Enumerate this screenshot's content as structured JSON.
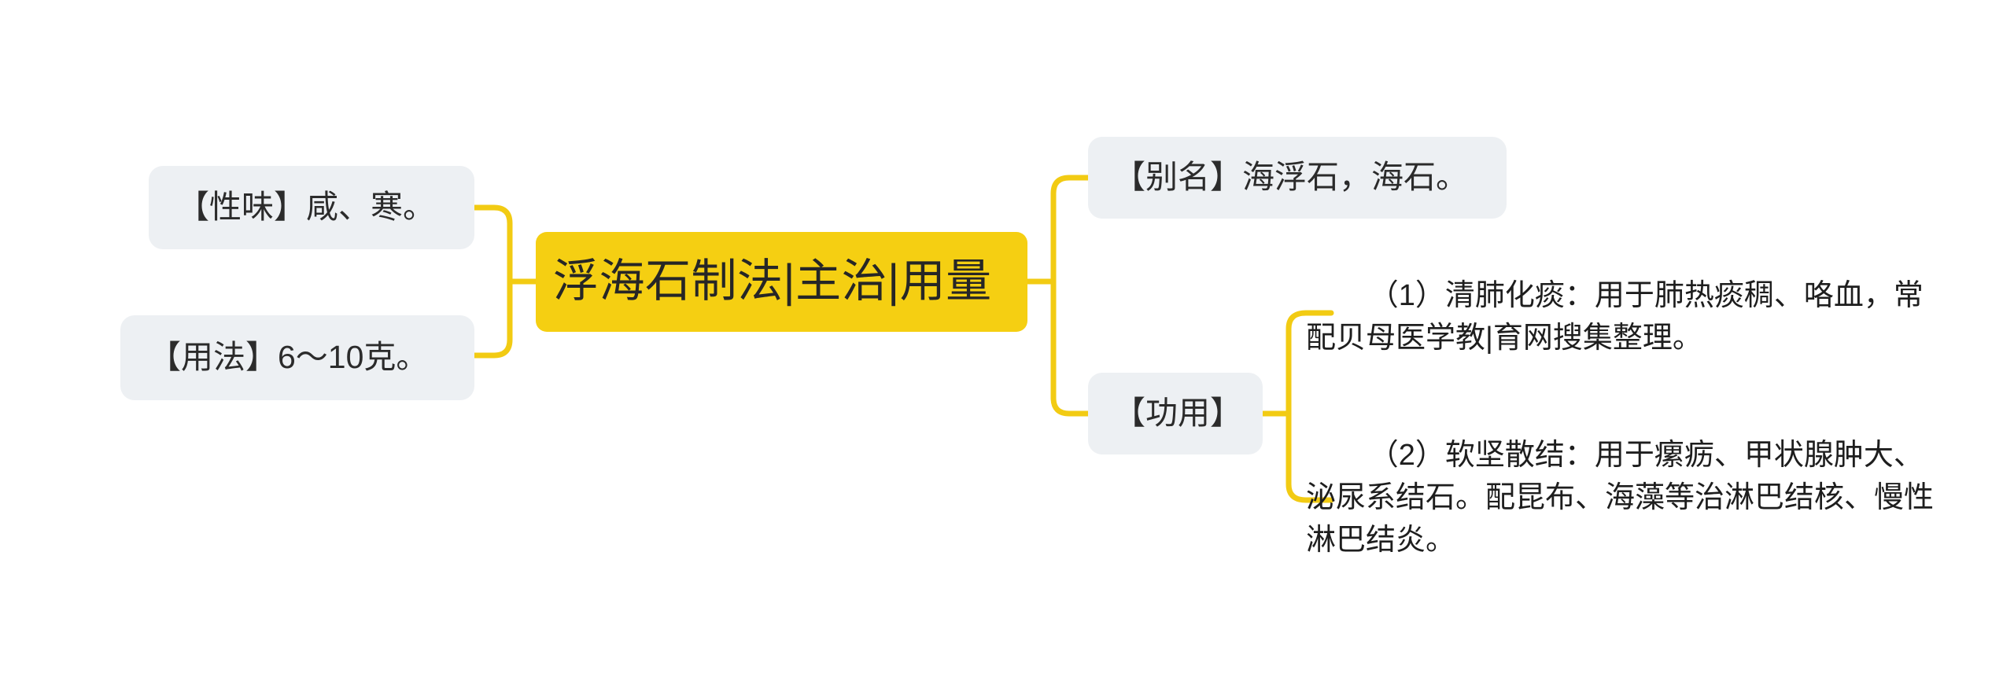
{
  "diagram": {
    "type": "mind-map",
    "orientation": "horizontal-bidirectional",
    "background_color": "#ffffff",
    "link_color": "#F2CB13",
    "root_fill": "#F5CF12",
    "branch_fill": "#EDF0F3",
    "text_color": "#262626"
  },
  "root": {
    "label": "浮海石制法|主治|用量"
  },
  "left_branches": [
    {
      "label": "【性味】咸、寒。"
    },
    {
      "label": "【用法】6～10克。"
    }
  ],
  "right_branches": [
    {
      "label": "【别名】海浮石，海石。"
    },
    {
      "label": "【功用】"
    }
  ],
  "gongyong_children": [
    {
      "label": "（1）清肺化痰：用于肺热痰稠、咯血，常配贝母医学教|育网搜集整理。"
    },
    {
      "label": "（2）软坚散结：用于瘰疬、甲状腺肿大、泌尿系结石。配昆布、海藻等治淋巴结核、慢性淋巴结炎。"
    }
  ]
}
